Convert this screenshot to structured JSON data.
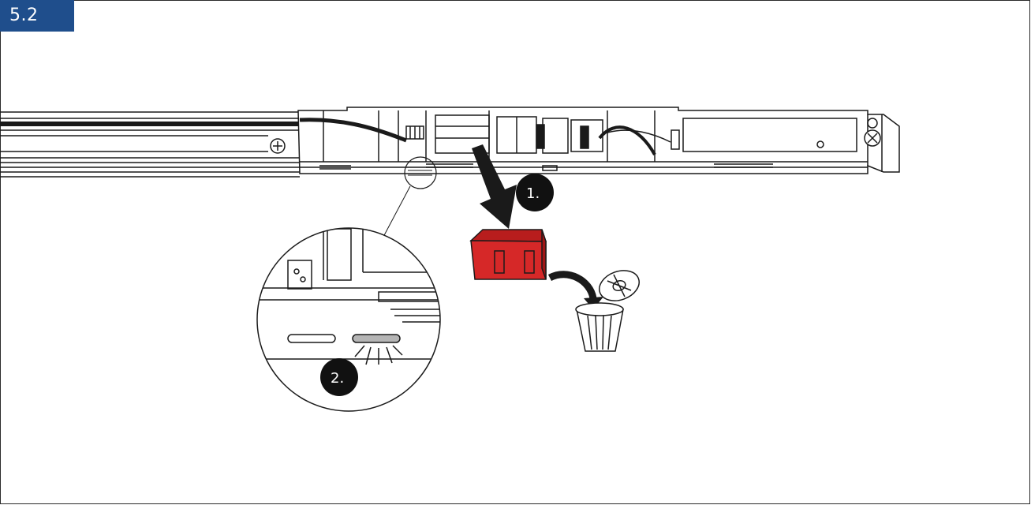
{
  "section": {
    "number": "5.2",
    "color": "#1f4e8c"
  },
  "steps": [
    {
      "label": "1."
    },
    {
      "label": "2."
    }
  ],
  "colors": {
    "line": "#1a1a1a",
    "highlight_part": "#d62828",
    "lit_slot": "#b5b5b5",
    "step_marker": "#111111"
  },
  "icons": [
    "trash-bin-icon",
    "arrow-down-icon",
    "curved-arrow-icon",
    "screw-icon",
    "magnifier-callout"
  ]
}
